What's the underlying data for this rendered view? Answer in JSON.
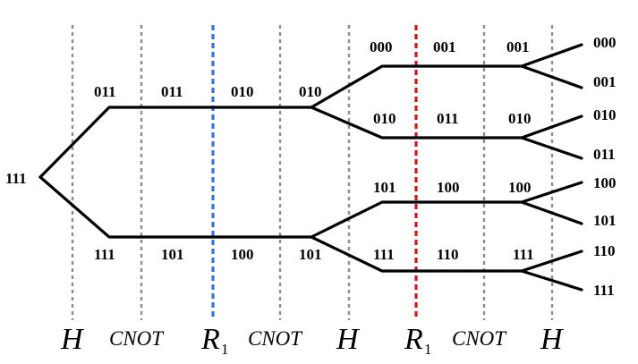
{
  "diagram": {
    "gates": [
      "H",
      "CNOT",
      "R",
      "CNOT",
      "H",
      "R",
      "CNOT",
      "H"
    ],
    "r_subscript": "1",
    "root_state": "111",
    "top_branch": {
      "states": [
        "011",
        "011",
        "010",
        "010"
      ],
      "upper": {
        "states": [
          "000",
          "001",
          "001"
        ],
        "outputs": [
          "000",
          "001"
        ]
      },
      "lower": {
        "states": [
          "010",
          "011",
          "010"
        ],
        "outputs": [
          "010",
          "011"
        ]
      }
    },
    "bottom_branch": {
      "states": [
        "111",
        "101",
        "100",
        "101"
      ],
      "upper": {
        "states": [
          "101",
          "100",
          "100"
        ],
        "outputs": [
          "100",
          "101"
        ]
      },
      "lower": {
        "states": [
          "111",
          "110",
          "111"
        ],
        "outputs": [
          "110",
          "111"
        ]
      }
    },
    "colors": {
      "gate_line": "#8c8c8c",
      "r1_first": "#3f6fd6",
      "r1_second": "#c31c1c",
      "path": "#000000"
    }
  }
}
